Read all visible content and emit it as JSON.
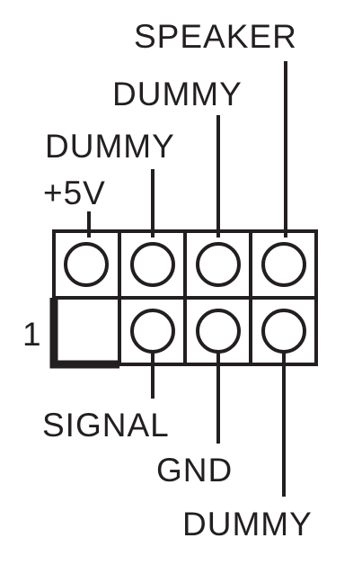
{
  "labels": {
    "top": [
      "SPEAKER",
      "DUMMY",
      "DUMMY",
      "+5V"
    ],
    "pin_one": "1",
    "bottom": [
      "SIGNAL",
      "GND",
      "DUMMY"
    ]
  },
  "colors": {
    "ink": "#231f20",
    "background": "#ffffff"
  }
}
